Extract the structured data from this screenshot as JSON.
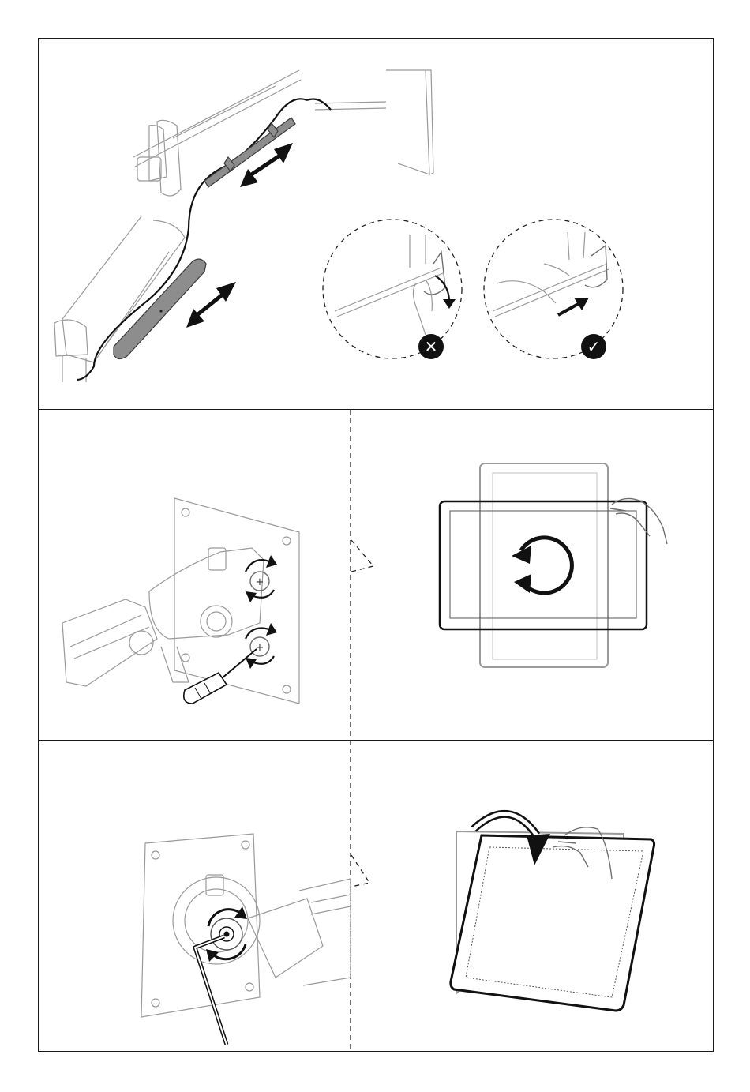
{
  "colors": {
    "line": "#1a1a1a",
    "part_gray": "#8d8d8d",
    "light_line": "#9a9a9a"
  },
  "panels": [
    {
      "id": "cable-cover",
      "icons": [
        "cable-clip-icon",
        "cable-cover-icon",
        "double-arrow-icon",
        "wrong-icon",
        "correct-icon"
      ],
      "badges": {
        "wrong": "✕",
        "correct": "✓"
      }
    },
    {
      "id": "vesa-tilt-screws",
      "icons": [
        "screwdriver-icon",
        "rotate-arrow-icon"
      ]
    },
    {
      "id": "screen-rotation",
      "icons": [
        "rotate-cycle-icon",
        "hand-icon"
      ]
    },
    {
      "id": "tension-bolt",
      "icons": [
        "allen-key-icon",
        "rotate-arrow-icon"
      ]
    },
    {
      "id": "screen-tilt",
      "icons": [
        "curved-arrow-icon",
        "hand-icon"
      ]
    }
  ]
}
